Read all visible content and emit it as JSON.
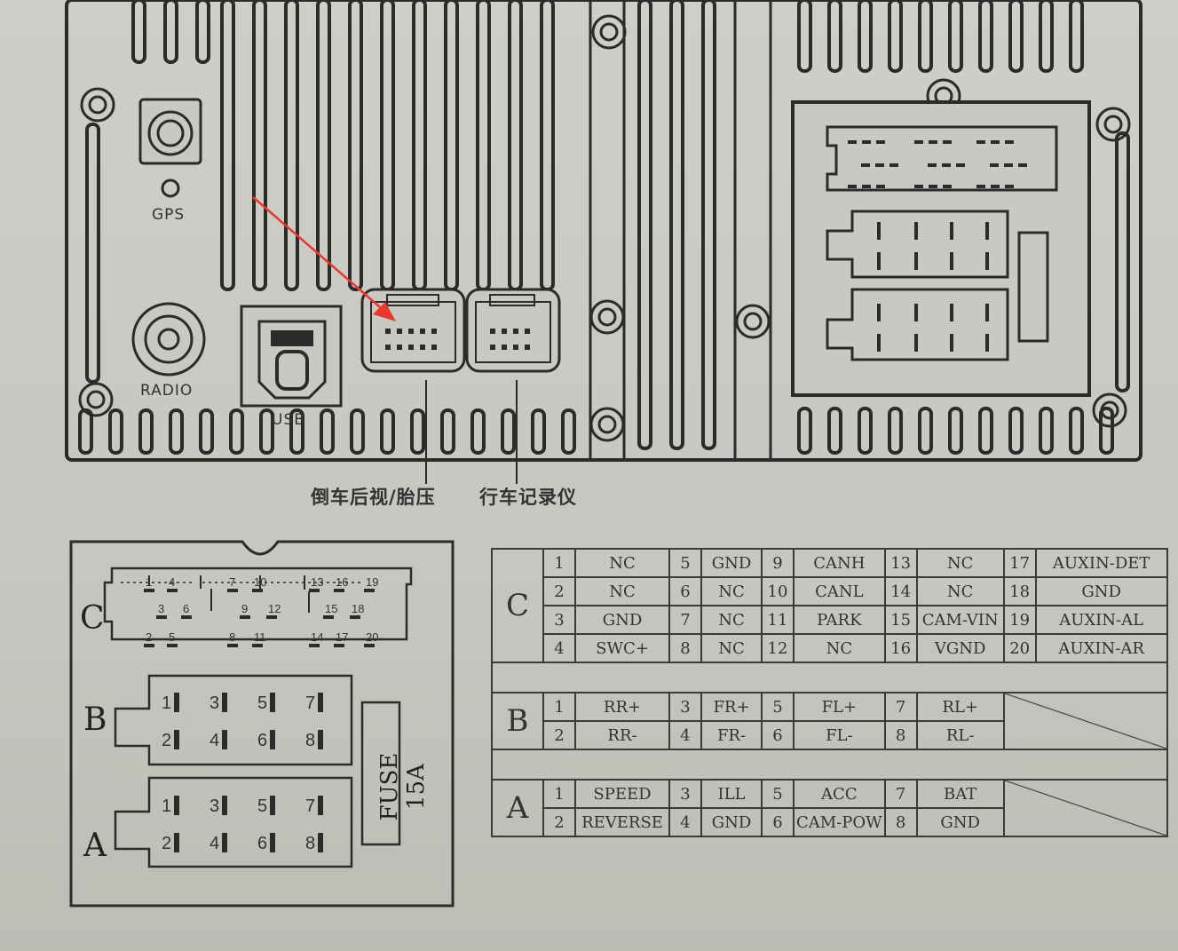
{
  "panel": {
    "gps_label": "GPS",
    "radio_label": "RADIO",
    "usb_label": "USB"
  },
  "callouts": {
    "rear_camera": "倒车后视/胎压",
    "dashcam": "行车记录仪"
  },
  "connector_diagram": {
    "c_label": "C",
    "b_label": "B",
    "a_label": "A",
    "fuse_label": "FUSE 15A",
    "c_pins_top": [
      "1",
      "4",
      "7",
      "10",
      "13",
      "16",
      "19"
    ],
    "c_pins_mid": [
      "3",
      "6",
      "9",
      "12",
      "15",
      "18"
    ],
    "c_pins_bot": [
      "2",
      "5",
      "8",
      "11",
      "14",
      "17",
      "20"
    ],
    "b_pins_top": [
      "1",
      "3",
      "5",
      "7"
    ],
    "b_pins_bot": [
      "2",
      "4",
      "6",
      "8"
    ],
    "a_pins_top": [
      "1",
      "3",
      "5",
      "7"
    ],
    "a_pins_bot": [
      "2",
      "4",
      "6",
      "8"
    ]
  },
  "pin_table": {
    "C": {
      "label": "C",
      "rows": [
        [
          [
            "1",
            "NC"
          ],
          [
            "5",
            "GND"
          ],
          [
            "9",
            "CANH"
          ],
          [
            "13",
            "NC"
          ],
          [
            "17",
            "AUXIN-DET"
          ]
        ],
        [
          [
            "2",
            "NC"
          ],
          [
            "6",
            "NC"
          ],
          [
            "10",
            "CANL"
          ],
          [
            "14",
            "NC"
          ],
          [
            "18",
            "GND"
          ]
        ],
        [
          [
            "3",
            "GND"
          ],
          [
            "7",
            "NC"
          ],
          [
            "11",
            "PARK"
          ],
          [
            "15",
            "CAM-VIN"
          ],
          [
            "19",
            "AUXIN-AL"
          ]
        ],
        [
          [
            "4",
            "SWC+"
          ],
          [
            "8",
            "NC"
          ],
          [
            "12",
            "NC"
          ],
          [
            "16",
            "VGND"
          ],
          [
            "20",
            "AUXIN-AR"
          ]
        ]
      ]
    },
    "B": {
      "label": "B",
      "rows": [
        [
          [
            "1",
            "RR+"
          ],
          [
            "3",
            "FR+"
          ],
          [
            "5",
            "FL+"
          ],
          [
            "7",
            "RL+"
          ]
        ],
        [
          [
            "2",
            "RR-"
          ],
          [
            "4",
            "FR-"
          ],
          [
            "6",
            "FL-"
          ],
          [
            "8",
            "RL-"
          ]
        ]
      ]
    },
    "A": {
      "label": "A",
      "rows": [
        [
          [
            "1",
            "SPEED"
          ],
          [
            "3",
            "ILL"
          ],
          [
            "5",
            "ACC"
          ],
          [
            "7",
            "BAT"
          ]
        ],
        [
          [
            "2",
            "REVERSE"
          ],
          [
            "4",
            "GND"
          ],
          [
            "6",
            "CAM-POW"
          ],
          [
            "8",
            "GND"
          ]
        ]
      ]
    }
  },
  "colors": {
    "line": "#2b2b2b",
    "arrow": "#e8382f",
    "paper": "#c9c8c2"
  }
}
